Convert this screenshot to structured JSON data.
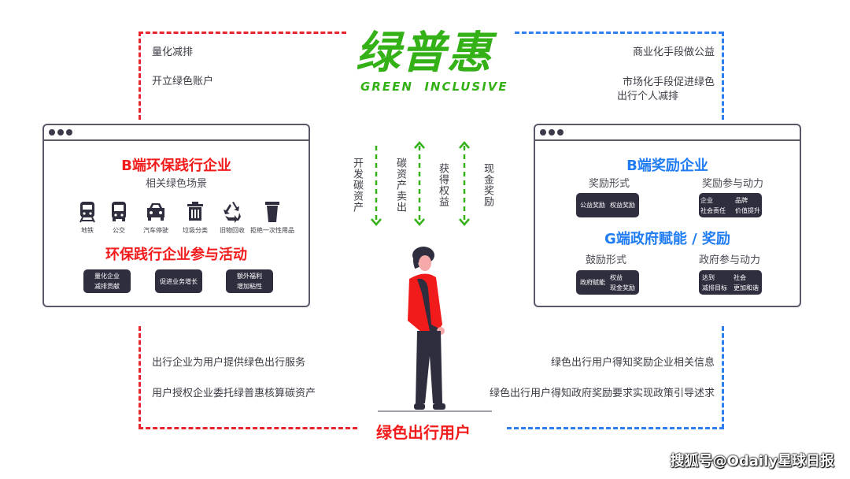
{
  "logo": {
    "cn": "绿普惠",
    "en": "GREEN  INCLUSIVE",
    "color": "#33b116"
  },
  "top_left_notes": [
    "量化减排",
    "开立绿色账户"
  ],
  "top_right_notes": [
    "商业化手段做公益",
    "市场化手段促进绿色",
    "出行个人减排"
  ],
  "left_panel": {
    "title": "B端环保践行企业",
    "subtitle": "相关绿色场景",
    "scenes": [
      {
        "icon": "train-icon",
        "label": "地铁"
      },
      {
        "icon": "bus-icon",
        "label": "公交"
      },
      {
        "icon": "car-icon",
        "label": "汽车停驶"
      },
      {
        "icon": "trash-icon",
        "label": "垃圾分类"
      },
      {
        "icon": "recycle-icon",
        "label": "旧物回收"
      },
      {
        "icon": "cup-icon",
        "label": "拒绝一次性用品"
      }
    ],
    "activity_title": "环保践行企业参与活动",
    "activities": [
      {
        "lines": [
          "量化企业",
          "减排贡献"
        ]
      },
      {
        "lines": [
          "促进业务增长"
        ]
      },
      {
        "lines": [
          "额外福利",
          "增加粘性"
        ]
      }
    ]
  },
  "center_flows": [
    {
      "label": "开发碳资产",
      "direction": "down"
    },
    {
      "label": "碳资产卖出",
      "direction": "both"
    },
    {
      "label": "获得权益",
      "direction": "both"
    },
    {
      "label": "现金奖励",
      "direction": "none"
    }
  ],
  "right_panel": {
    "b_title": "B端奖励企业",
    "b_form_label": "奖励形式",
    "b_form_items": [
      "公益奖励",
      "权益奖励"
    ],
    "b_drive_label": "奖励参与动力",
    "b_drive_items": [
      "企业",
      "品牌",
      "社会责任",
      "价值提升"
    ],
    "g_title": "G端政府赋能 / 奖励",
    "g_form_label": "鼓励形式",
    "g_form_items": [
      "政府赋能",
      "权益",
      "现金奖励"
    ],
    "g_drive_label": "政府参与动力",
    "g_drive_items": [
      "达到",
      "社会",
      "减排目标",
      "更加和谐"
    ]
  },
  "bottom_left_notes": [
    "出行企业为用户提供绿色出行服务",
    "用户授权企业委托绿普惠核算碳资产"
  ],
  "bottom_right_notes": [
    "绿色出行用户得知奖励企业相关信息",
    "绿色出行用户得知政府奖励要求实现政策引导述求"
  ],
  "user_title": "绿色出行用户",
  "watermark": "搜狐号@Odaily星球日报",
  "colors": {
    "red": "#f21b1b",
    "blue": "#1f7cf2",
    "green": "#33b116",
    "dark": "#2f2e3f"
  }
}
